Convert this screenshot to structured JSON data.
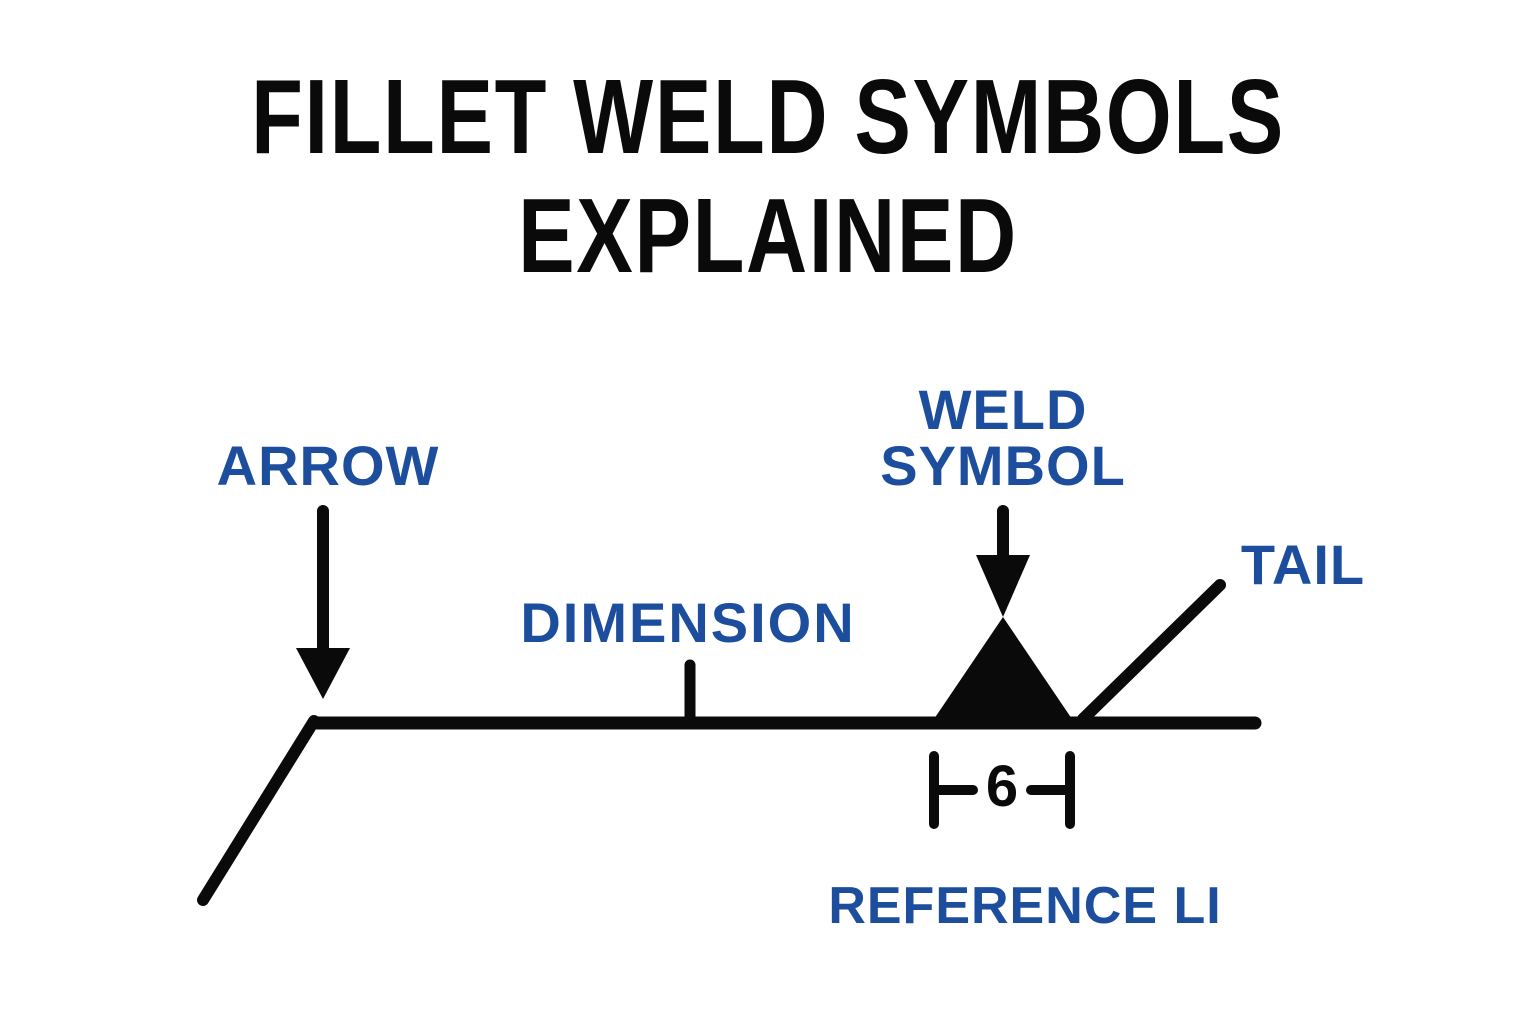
{
  "title": {
    "line1": "FILLET WELD SYMBOLS",
    "line2": "EXPLAINED"
  },
  "diagram": {
    "labels": {
      "arrow": "ARROW",
      "dimension": "DIMENSION",
      "weld_symbol": {
        "line1": "WELD",
        "line2": "SYMBOL"
      },
      "tail": "TAIL",
      "reference_line": "REFERENCE LI"
    },
    "dimension_value": "6"
  },
  "colors": {
    "label_blue": "#1d4e9e",
    "line_black": "#0a0a0a",
    "background": "#ffffff"
  }
}
